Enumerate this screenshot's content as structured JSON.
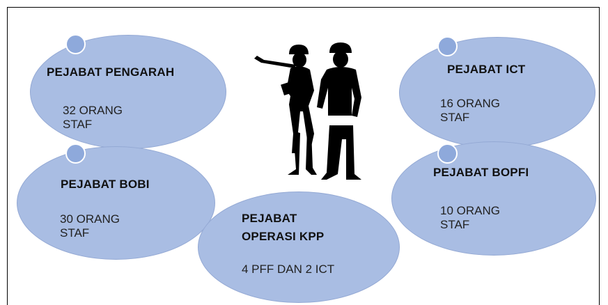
{
  "nodes": [
    {
      "id": "pengarah",
      "title": "PEJABAT PENGARAH",
      "line1": "32 ORANG",
      "line2": "STAF"
    },
    {
      "id": "ict",
      "title": "PEJABAT ICT",
      "line1": "16 ORANG",
      "line2": "STAF"
    },
    {
      "id": "bobi",
      "title": "PEJABAT BOBI",
      "line1": "30 ORANG",
      "line2": "STAF"
    },
    {
      "id": "bopfi",
      "title": "PEJABAT BOPFI",
      "line1": "10 ORANG",
      "line2": "STAF"
    },
    {
      "id": "operasi",
      "title_line1": "PEJABAT",
      "title_line2": "OPERASI KPP",
      "line1": "4 PFF DAN 2 ICT"
    }
  ],
  "colors": {
    "oval_fill": "#a9bde3",
    "dot_fill": "#8ea9db",
    "silhouette": "#000000"
  },
  "illustration": "two-workers-silhouette"
}
